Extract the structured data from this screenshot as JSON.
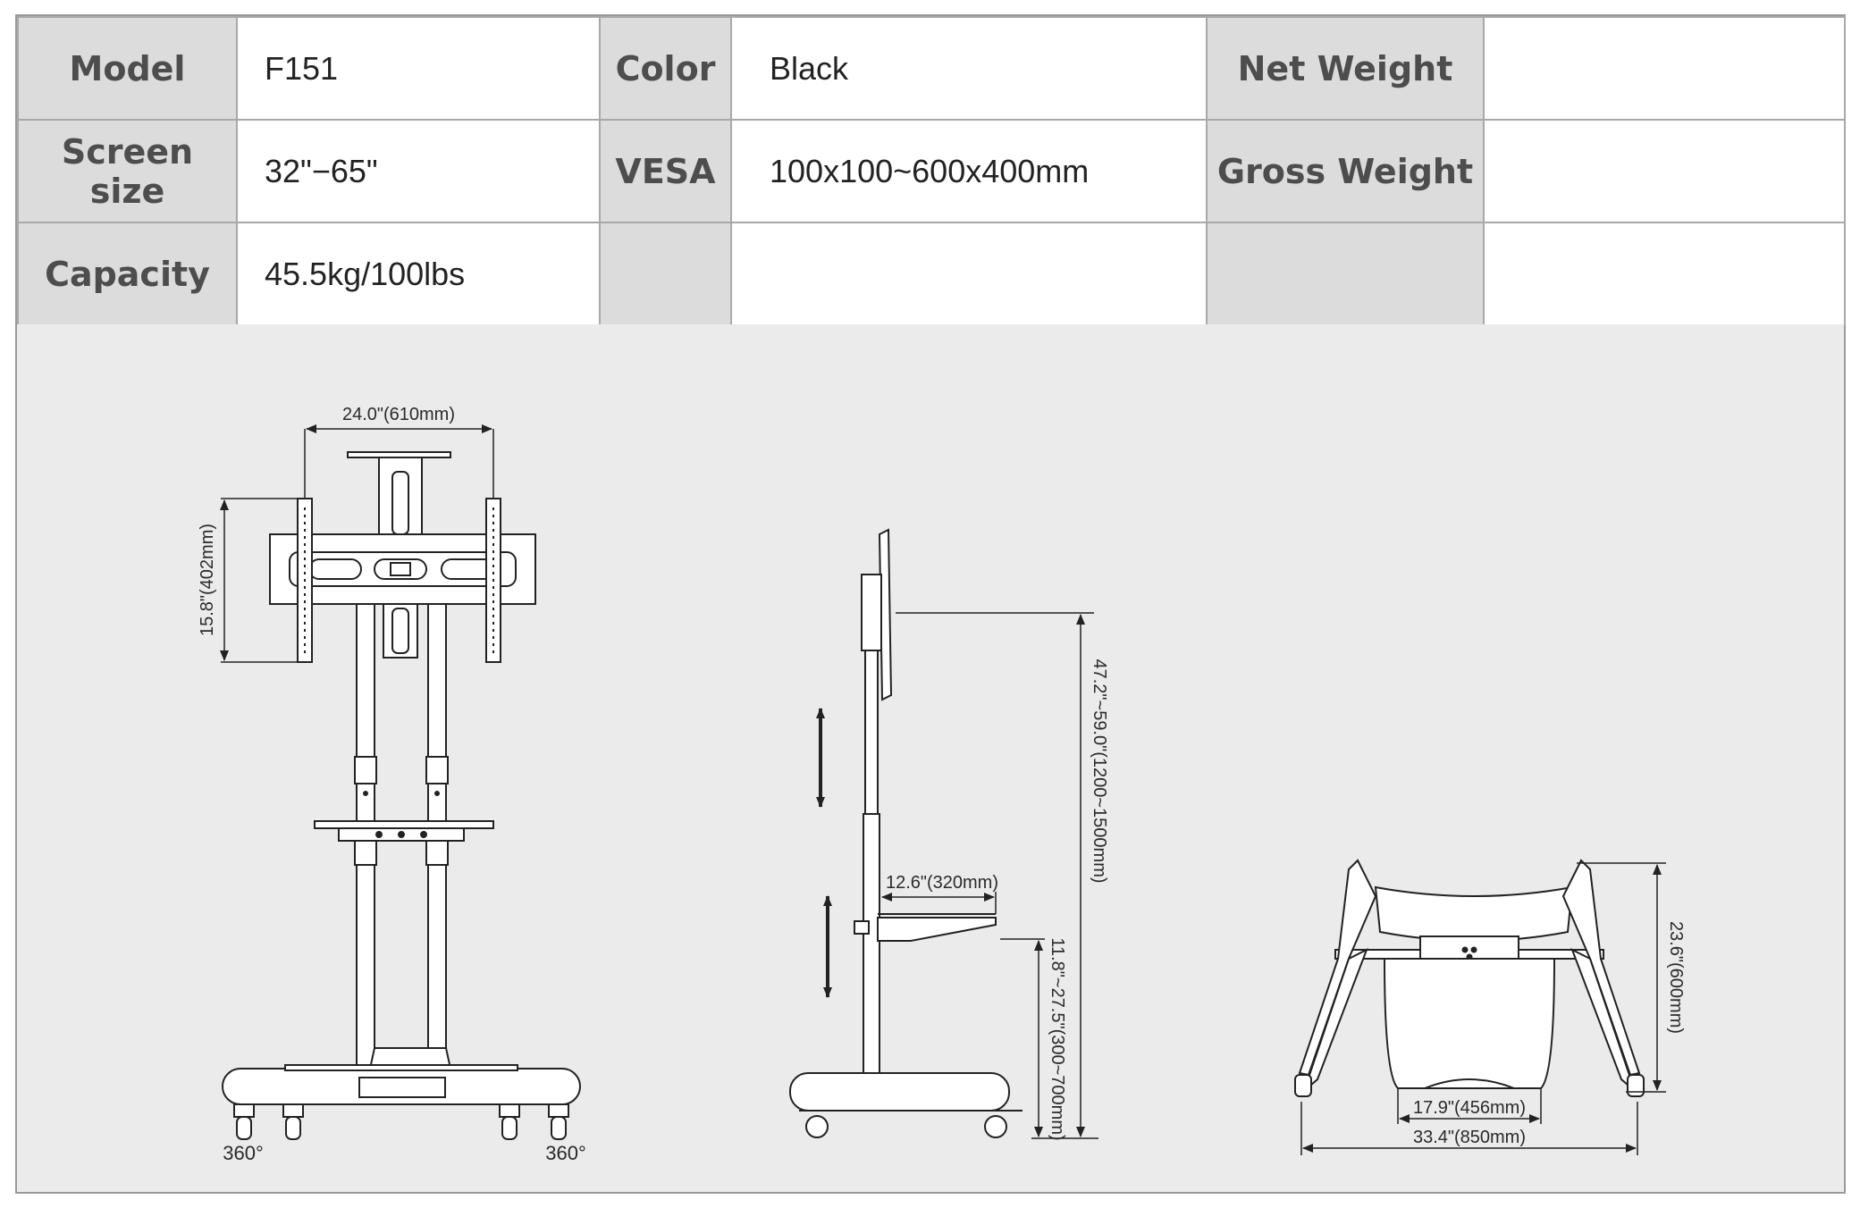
{
  "specs": {
    "model_label": "Model",
    "model_value": "F151",
    "color_label": "Color",
    "color_value": "Black",
    "net_weight_label": "Net Weight",
    "net_weight_value": "",
    "screen_size_label": "Screen size",
    "screen_size_value": "32\"−65\"",
    "vesa_label": "VESA",
    "vesa_value": "100x100~600x400mm",
    "gross_weight_label": "Gross Weight",
    "gross_weight_value": "",
    "capacity_label": "Capacity",
    "capacity_value": "45.5kg/100lbs"
  },
  "front_view": {
    "width_dim": "24.0\"(610mm)",
    "height_dim": "15.8\"(402mm)",
    "left_rotation": "360°",
    "right_rotation": "360°"
  },
  "side_view": {
    "shelf_depth_dim": "12.6\"(320mm)",
    "total_height_dim": "47.2\"~59.0\"(1200~1500mm)",
    "shelf_height_dim": "11.8\"~27.5\"(300~700mm)"
  },
  "base_view": {
    "inner_width_dim": "17.9\"(456mm)",
    "outer_width_dim": "33.4\"(850mm)",
    "depth_dim": "23.6\"(600mm)"
  },
  "colors": {
    "label_bg": "#dcdcdc",
    "label_text": "#4d4d4d",
    "drawing_bg": "#ebebeb",
    "border": "#a8a8a8",
    "line": "#222222"
  }
}
